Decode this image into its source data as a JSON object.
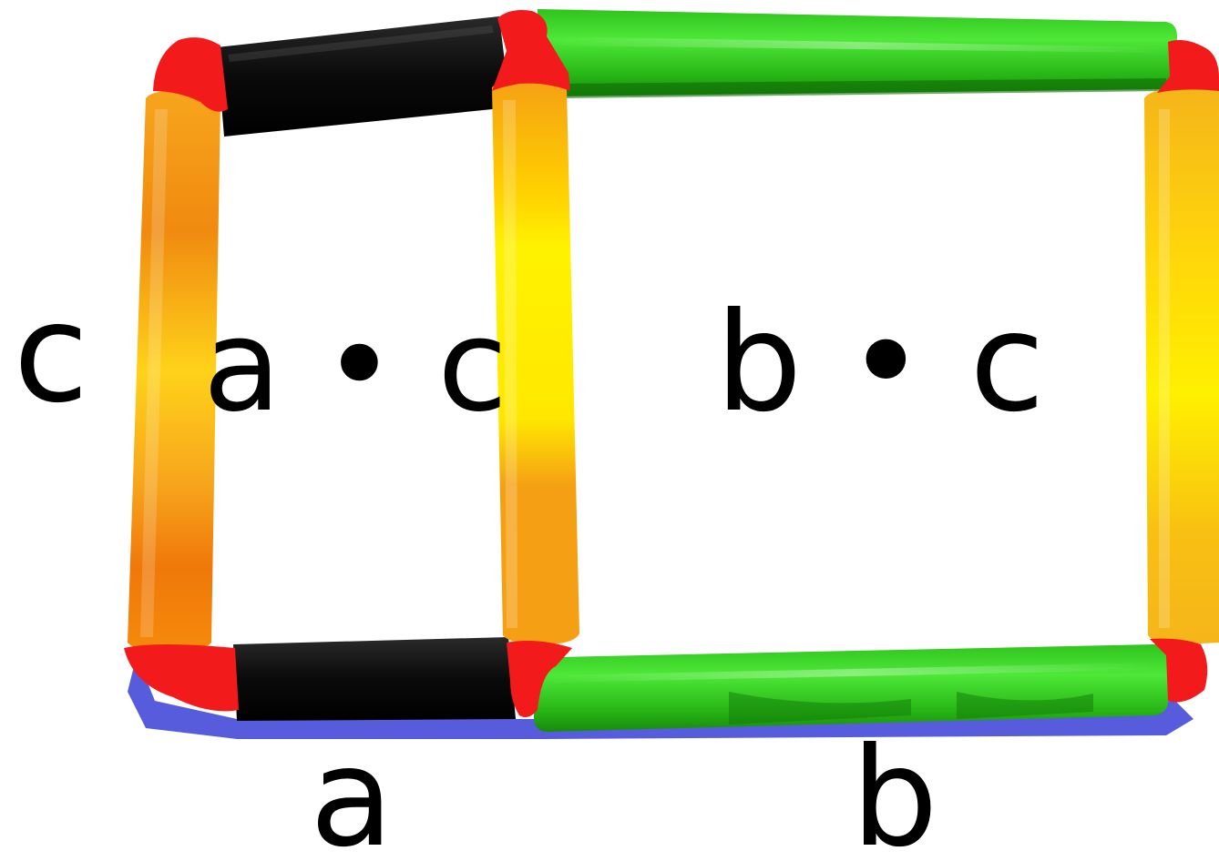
{
  "labels": {
    "left_side": "c",
    "area_small": "a • c",
    "area_large": "b • c",
    "bottom_left": "a",
    "bottom_right": "b"
  },
  "colors": {
    "background": "#ffffff",
    "frame_shadow": "#3a3fd6",
    "connector": "#f21a1a",
    "tube_black": "#0d0d0d",
    "tube_green": "#33d11f",
    "tube_orange": "#f58a0a",
    "tube_yellow": "#ffea00",
    "text": "#000000"
  }
}
